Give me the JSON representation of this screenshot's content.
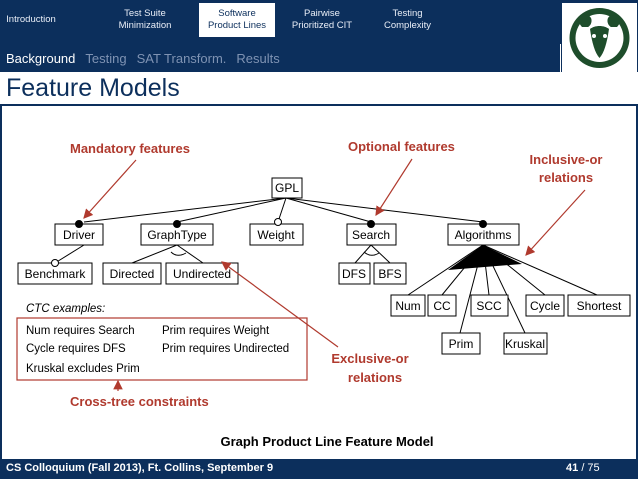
{
  "nav": {
    "tabs": [
      {
        "label": "Introduction"
      },
      {
        "label": "Test Suite\nMinimization"
      },
      {
        "label": "Software\nProduct Lines"
      },
      {
        "label": "Pairwise\nPrioritized CIT"
      },
      {
        "label": "Testing\nComplexity"
      }
    ],
    "logo_icon": "ram-logo-icon"
  },
  "subnav": {
    "items": [
      "Background",
      "Testing",
      "SAT Transform.",
      "Results"
    ]
  },
  "slide": {
    "title": "Feature Models",
    "annotations": {
      "mandatory": "Mandatory features",
      "optional": "Optional features",
      "inclusive_or_1": "Inclusive-or",
      "inclusive_or_2": "relations",
      "exclusive_or_1": "Exclusive-or",
      "exclusive_or_2": "relations",
      "cross_tree": "Cross-tree constraints",
      "caption": "Graph Product Line Feature Model"
    },
    "features": {
      "gpl": "GPL",
      "driver": "Driver",
      "graphtype": "GraphType",
      "weight": "Weight",
      "search": "Search",
      "algorithms": "Algorithms",
      "benchmark": "Benchmark",
      "directed": "Directed",
      "undirected": "Undirected",
      "dfs": "DFS",
      "bfs": "BFS",
      "num": "Num",
      "cc": "CC",
      "scc": "SCC",
      "cycle": "Cycle",
      "shortest": "Shortest",
      "prim": "Prim",
      "kruskal": "Kruskal"
    },
    "ctc": {
      "heading": "CTC examples:",
      "rules": [
        "Num requires Search",
        "Prim requires Weight",
        "Cycle requires DFS",
        "Prim requires Undirected",
        "Kruskal excludes Prim"
      ]
    }
  },
  "footer": {
    "left": "CS Colloquium (Fall 2013), Ft. Collins, September 9",
    "page": "41",
    "total": "/ 75"
  },
  "colors": {
    "navy": "#0c2f5c",
    "annotation": "#b03a2e",
    "arrow": "#b03a2e"
  }
}
